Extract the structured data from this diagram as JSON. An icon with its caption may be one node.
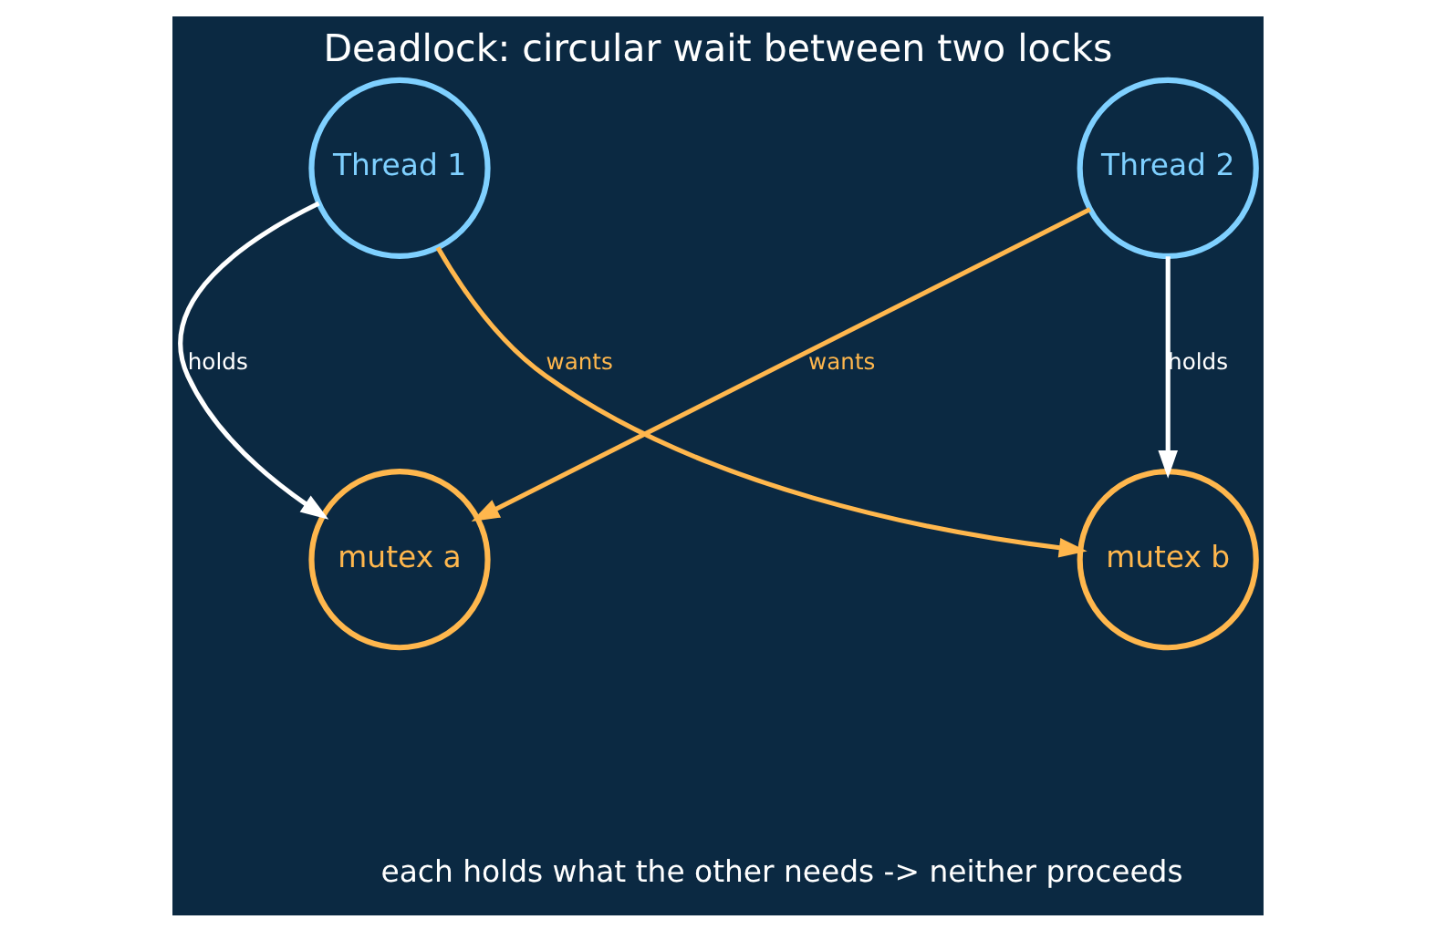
{
  "diagram": {
    "title": "Deadlock: circular wait between two locks",
    "caption": "each holds what the other needs -> neither proceeds",
    "nodes": [
      {
        "text": [
          "Thread 1"
        ]
      },
      {
        "text": [
          "Thread 2"
        ]
      },
      {
        "text": [
          "mutex a"
        ]
      },
      {
        "text": [
          "mutex b"
        ]
      }
    ],
    "edges": [
      {
        "from": 0,
        "to": 2,
        "arrow": "to",
        "label": "holds"
      },
      {
        "from": 1,
        "to": 3,
        "arrow": "to",
        "label": "holds"
      },
      {
        "from": 0,
        "to": 3,
        "arrow": "to",
        "label": "wants",
        "color": "#ffb74d"
      },
      {
        "from": 1,
        "to": 2,
        "arrow": "to",
        "label": "wants",
        "color": "#ffb74d"
      }
    ]
  }
}
